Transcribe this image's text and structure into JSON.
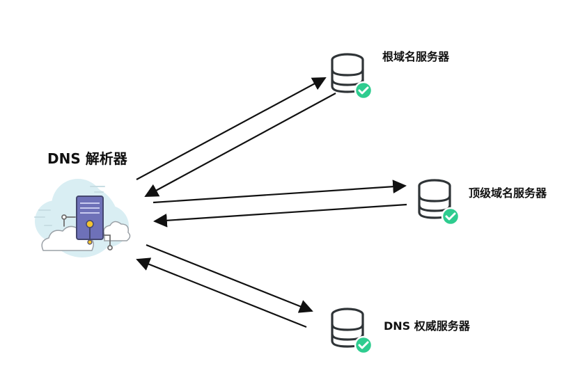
{
  "resolver": {
    "label": "DNS 解析器",
    "icon": "cloud-server-icon"
  },
  "servers": [
    {
      "label": "根域名服务器",
      "icon": "database-check-icon"
    },
    {
      "label": "顶级域名服务器",
      "icon": "database-check-icon"
    },
    {
      "label": "DNS 权威服务器",
      "icon": "database-check-icon"
    }
  ],
  "colors": {
    "arrow": "#111111",
    "db_stroke": "#333333",
    "check_badge": "#2ecc8f",
    "cloud": "#d7eef2",
    "server_body": "#6c6fb3",
    "bulb": "#f4c430"
  }
}
